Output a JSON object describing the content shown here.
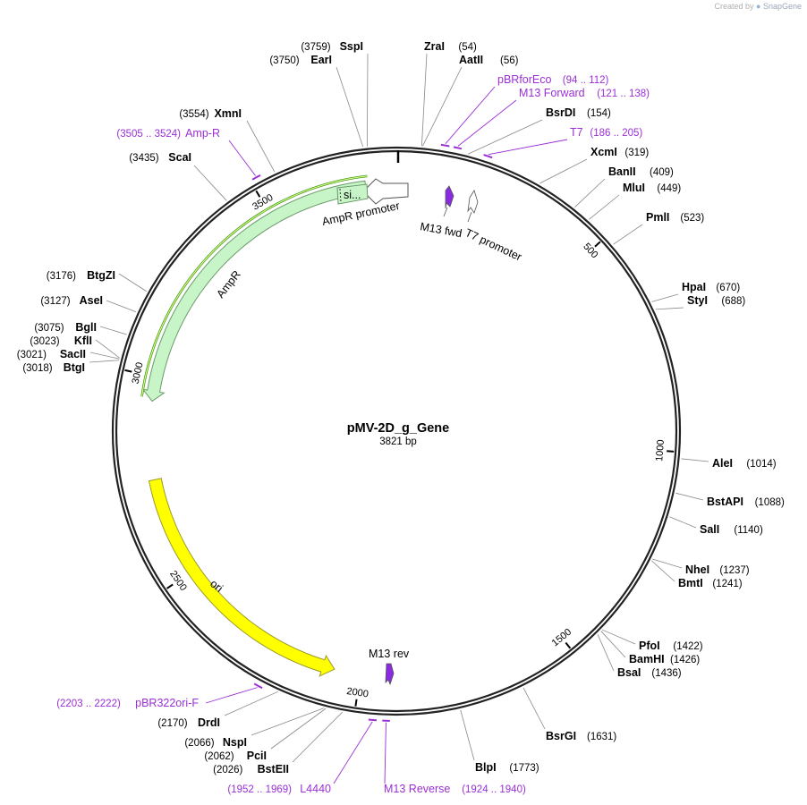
{
  "credit": {
    "prefix": "Created by",
    "brand": "SnapGene"
  },
  "plasmid": {
    "name": "pMV-2D_g_Gene",
    "length_label": "3821 bp",
    "length": 3821
  },
  "colors": {
    "primer": "#9a2fd6",
    "ampr": "#c8f5c8",
    "ori": "#ffff00",
    "backbone": "#222222"
  },
  "ticks": [
    {
      "label": "500",
      "pos": 500
    },
    {
      "label": "1000",
      "pos": 1000
    },
    {
      "label": "1500",
      "pos": 1500
    },
    {
      "label": "2000",
      "pos": 2000
    },
    {
      "label": "2500",
      "pos": 2500
    },
    {
      "label": "3000",
      "pos": 3000
    },
    {
      "label": "3500",
      "pos": 3500
    }
  ],
  "sites": [
    {
      "name": "SspI",
      "pos_label": "(3759)",
      "pos": 3759,
      "side": "left"
    },
    {
      "name": "EarI",
      "pos_label": "(3750)",
      "pos": 3750,
      "side": "left"
    },
    {
      "name": "ZraI",
      "pos_label": "(54)",
      "pos": 54,
      "side": "right"
    },
    {
      "name": "AatII",
      "pos_label": "(56)",
      "pos": 56,
      "side": "right"
    },
    {
      "name": "BsrDI",
      "pos_label": "(154)",
      "pos": 154,
      "side": "right"
    },
    {
      "name": "XcmI",
      "pos_label": "(319)",
      "pos": 319,
      "side": "right"
    },
    {
      "name": "BanII",
      "pos_label": "(409)",
      "pos": 409,
      "side": "right"
    },
    {
      "name": "MluI",
      "pos_label": "(449)",
      "pos": 449,
      "side": "right"
    },
    {
      "name": "PmlI",
      "pos_label": "(523)",
      "pos": 523,
      "side": "right"
    },
    {
      "name": "HpaI",
      "pos_label": "(670)",
      "pos": 670,
      "side": "right"
    },
    {
      "name": "StyI",
      "pos_label": "(688)",
      "pos": 688,
      "side": "right"
    },
    {
      "name": "AleI",
      "pos_label": "(1014)",
      "pos": 1014,
      "side": "right"
    },
    {
      "name": "BstAPI",
      "pos_label": "(1088)",
      "pos": 1088,
      "side": "right"
    },
    {
      "name": "SalI",
      "pos_label": "(1140)",
      "pos": 1140,
      "side": "right"
    },
    {
      "name": "NheI",
      "pos_label": "(1237)",
      "pos": 1237,
      "side": "right"
    },
    {
      "name": "BmtI",
      "pos_label": "(1241)",
      "pos": 1241,
      "side": "right"
    },
    {
      "name": "PfoI",
      "pos_label": "(1422)",
      "pos": 1422,
      "side": "right"
    },
    {
      "name": "BamHI",
      "pos_label": "(1426)",
      "pos": 1426,
      "side": "right"
    },
    {
      "name": "BsaI",
      "pos_label": "(1436)",
      "pos": 1436,
      "side": "right"
    },
    {
      "name": "BsrGI",
      "pos_label": "(1631)",
      "pos": 1631,
      "side": "right"
    },
    {
      "name": "BlpI",
      "pos_label": "(1773)",
      "pos": 1773,
      "side": "right"
    },
    {
      "name": "BstEII",
      "pos_label": "(2026)",
      "pos": 2026,
      "side": "left"
    },
    {
      "name": "PciI",
      "pos_label": "(2062)",
      "pos": 2062,
      "side": "left"
    },
    {
      "name": "NspI",
      "pos_label": "(2066)",
      "pos": 2066,
      "side": "left"
    },
    {
      "name": "DrdI",
      "pos_label": "(2170)",
      "pos": 2170,
      "side": "left"
    },
    {
      "name": "BtgI",
      "pos_label": "(3018)",
      "pos": 3018,
      "side": "left"
    },
    {
      "name": "SacII",
      "pos_label": "(3021)",
      "pos": 3021,
      "side": "left"
    },
    {
      "name": "KflI",
      "pos_label": "(3023)",
      "pos": 3023,
      "side": "left"
    },
    {
      "name": "BglI",
      "pos_label": "(3075)",
      "pos": 3075,
      "side": "left"
    },
    {
      "name": "AseI",
      "pos_label": "(3127)",
      "pos": 3127,
      "side": "left"
    },
    {
      "name": "BtgZI",
      "pos_label": "(3176)",
      "pos": 3176,
      "side": "left"
    },
    {
      "name": "ScaI",
      "pos_label": "(3435)",
      "pos": 3435,
      "side": "left"
    },
    {
      "name": "XmnI",
      "pos_label": "(3554)",
      "pos": 3554,
      "side": "left"
    }
  ],
  "primers": [
    {
      "name": "pBRforEco",
      "range_label": "(94 .. 112)",
      "start": 94,
      "end": 112,
      "side": "right"
    },
    {
      "name": "M13 Forward",
      "range_label": "(121 .. 138)",
      "start": 121,
      "end": 138,
      "side": "right"
    },
    {
      "name": "T7",
      "range_label": "(186 .. 205)",
      "start": 186,
      "end": 205,
      "side": "right"
    },
    {
      "name": "Amp-R",
      "range_label": "(3505 .. 3524)",
      "start": 3505,
      "end": 3524,
      "side": "left"
    },
    {
      "name": "pBR322ori-F",
      "range_label": "(2203 .. 2222)",
      "start": 2203,
      "end": 2222,
      "side": "left"
    },
    {
      "name": "L4440",
      "range_label": "(1952 .. 1969)",
      "start": 1952,
      "end": 1969,
      "side": "left"
    },
    {
      "name": "M13 Reverse",
      "range_label": "(1924 .. 1940)",
      "start": 1924,
      "end": 1940,
      "side": "right"
    }
  ],
  "features": {
    "ampr": "AmpR",
    "ampr_promoter": "AmpR promoter",
    "sig": "si...",
    "ori": "ori",
    "m13_fwd": "M13 fwd",
    "t7_promoter": "T7 promoter",
    "m13_rev": "M13 rev"
  }
}
